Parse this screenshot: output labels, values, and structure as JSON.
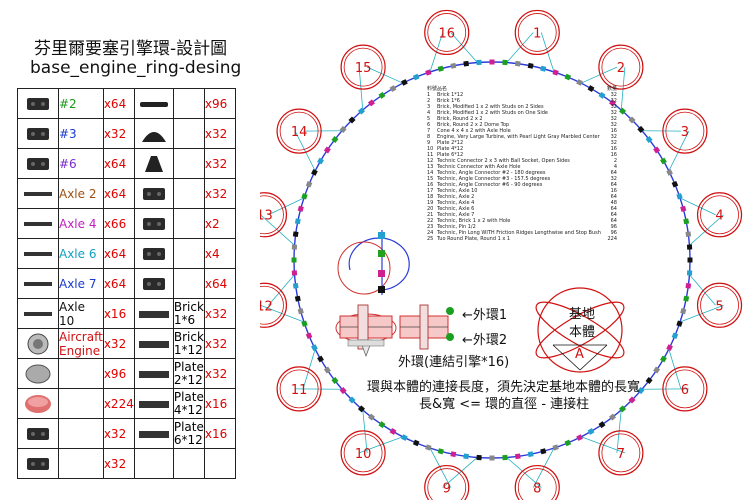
{
  "title": {
    "zh": "芬里爾要塞引擎環-設計圖",
    "en": "base_engine_ring-desing"
  },
  "parts_left": [
    {
      "icon": "technic-beam-icon",
      "label": "#2",
      "label_color": "#1a9a1a",
      "qty": "x64"
    },
    {
      "icon": "connector-angled-icon",
      "label": "#3",
      "label_color": "#1a3ad0",
      "qty": "x32"
    },
    {
      "icon": "connector-cross-icon",
      "label": "#6",
      "label_color": "#7a2ad0",
      "qty": "x64"
    },
    {
      "icon": "axle-icon",
      "label": "Axle 2",
      "label_color": "#a05010",
      "qty": "x64"
    },
    {
      "icon": "axle-icon",
      "label": "Axle 4",
      "label_color": "#c020c0",
      "qty": "x66"
    },
    {
      "icon": "axle-icon",
      "label": "Axle 6",
      "label_color": "#10a0c0",
      "qty": "x64"
    },
    {
      "icon": "axle-icon",
      "label": "Axle 7",
      "label_color": "#1a3ad0",
      "qty": "x64"
    },
    {
      "icon": "axle-icon",
      "label": "Axle 10",
      "label_color": "#111111",
      "qty": "x16"
    },
    {
      "icon": "turbine-icon",
      "label": "Aircraft Engine",
      "label_color": "#d01010",
      "qty": "x32"
    },
    {
      "icon": "ball-socket-icon",
      "label": "",
      "label_color": "#111111",
      "qty": "x96"
    },
    {
      "icon": "round-plate-icon",
      "label": "",
      "label_color": "#111111",
      "qty": "x224"
    },
    {
      "icon": "brick-hole-icon",
      "label": "",
      "label_color": "#111111",
      "qty": "x32"
    },
    {
      "icon": "plate-icon",
      "label": "",
      "label_color": "#111111",
      "qty": "x32"
    }
  ],
  "parts_right": [
    {
      "icon": "pin-connector-icon",
      "label": "",
      "qty": "x96"
    },
    {
      "icon": "dome-icon",
      "label": "",
      "qty": "x32"
    },
    {
      "icon": "cone-icon",
      "label": "",
      "qty": "x32"
    },
    {
      "icon": "round-brick-icon",
      "label": "",
      "qty": "x32"
    },
    {
      "icon": "technic-cross-icon",
      "label": "",
      "qty": "x2"
    },
    {
      "icon": "technic-cluster-icon",
      "label": "",
      "qty": "x4"
    },
    {
      "icon": "brick-1x2-icon",
      "label": "",
      "qty": "x64"
    },
    {
      "icon": "brick-long-icon",
      "label": "Brick 1*6",
      "qty": "x32"
    },
    {
      "icon": "brick-long-icon",
      "label": "Brick 1*12",
      "qty": "x32"
    },
    {
      "icon": "plate-long-icon",
      "label": "Plate 2*12",
      "qty": "x32"
    },
    {
      "icon": "plate-long-icon",
      "label": "Plate 4*12",
      "qty": "x16"
    },
    {
      "icon": "plate-long-icon",
      "label": "Plate 6*12",
      "qty": "x16"
    }
  ],
  "ring": {
    "engine_numbers": [
      "1",
      "2",
      "3",
      "4",
      "5",
      "6",
      "7",
      "8",
      "9",
      "10",
      "11",
      "12",
      "13",
      "14",
      "15",
      "16"
    ],
    "number_color": "#d01010",
    "ring_color": "#2a3ad8",
    "spoke_color": "#22b0c0"
  },
  "bom": {
    "header": {
      "n": "料號",
      "name": "品名",
      "q": "數量"
    },
    "rows": [
      {
        "n": "1",
        "name": "Brick 1*12",
        "q": "32"
      },
      {
        "n": "2",
        "name": "Brick 1*6",
        "q": "32"
      },
      {
        "n": "3",
        "name": "Brick, Modified 1 x 2 with Studs on 2 Sides",
        "q": "32"
      },
      {
        "n": "4",
        "name": "Brick, Modified 1 x 2 with Studs on One Side",
        "q": "32"
      },
      {
        "n": "5",
        "name": "Brick, Round 2 x 2",
        "q": "32"
      },
      {
        "n": "6",
        "name": "Brick, Round 2 x 2 Dome Top",
        "q": "32"
      },
      {
        "n": "7",
        "name": "Cone 4 x 4 x 2 with Axle Hole",
        "q": "16"
      },
      {
        "n": "8",
        "name": "Engine, Very Large Turbine, with Pearl Light Gray Marbled Center",
        "q": "32"
      },
      {
        "n": "9",
        "name": "Plate 2*12",
        "q": "32"
      },
      {
        "n": "10",
        "name": "Plate 4*12",
        "q": "16"
      },
      {
        "n": "11",
        "name": "Plate 6*12",
        "q": "16"
      },
      {
        "n": "12",
        "name": "Technic Connector 2 x 3 with Ball Socket, Open Sides",
        "q": "2"
      },
      {
        "n": "13",
        "name": "Technic Connector with Axle Hole",
        "q": "4"
      },
      {
        "n": "14",
        "name": "Technic, Angle Connector #2 - 180 degrees",
        "q": "64"
      },
      {
        "n": "15",
        "name": "Technic, Angle Connector #3 - 157.5 degrees",
        "q": "32"
      },
      {
        "n": "16",
        "name": "Technic, Angle Connector #6 - 90 degrees",
        "q": "64"
      },
      {
        "n": "17",
        "name": "Technic, Axle 10",
        "q": "16"
      },
      {
        "n": "18",
        "name": "Technic, Axle 2",
        "q": "64"
      },
      {
        "n": "19",
        "name": "Technic, Axle 4",
        "q": "48"
      },
      {
        "n": "20",
        "name": "Technic, Axle 6",
        "q": "64"
      },
      {
        "n": "21",
        "name": "Technic, Axle 7",
        "q": "64"
      },
      {
        "n": "22",
        "name": "Technic, Brick 1 x 2 with Hole",
        "q": "64"
      },
      {
        "n": "23",
        "name": "Technic, Pin 1/2",
        "q": "96"
      },
      {
        "n": "24",
        "name": "Technic, Pin Long WITH Friction Ridges Lengthwise and Stop Bush",
        "q": "96"
      },
      {
        "n": "25",
        "name": "Tuo Round Plate, Round 1 x 1",
        "q": "224"
      }
    ]
  },
  "labels": {
    "outer_ring_1": "←外環1",
    "outer_ring_2": "←外環2",
    "outer_ring_caption": "外環(連結引擎*16)",
    "base_body": "基地\n本體",
    "base_body_line1": "基地",
    "base_body_line2": "本體",
    "point_a": "A",
    "note_line1": "環與本體的連接長度，須先決定基地本體的長寬",
    "note_line2": "長&寬 <= 環的直徑 - 連接柱"
  }
}
